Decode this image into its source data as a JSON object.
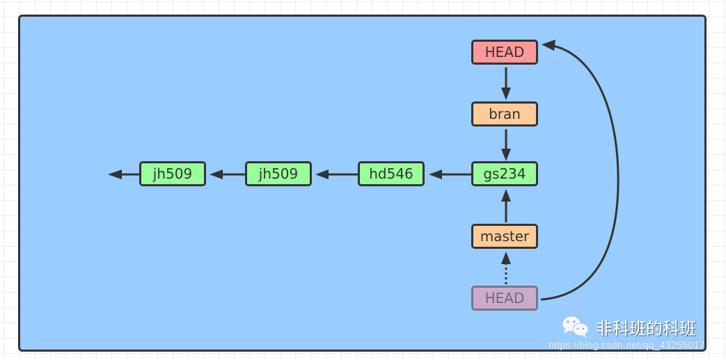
{
  "diagram": {
    "title": "Git HEAD / branch pointer diagram",
    "colors": {
      "canvas": "#99ccff",
      "commit": "#99ff99",
      "branch": "#ffcc99",
      "head": "#ff9999",
      "head_previous": "#ccaacc",
      "stroke": "#333333"
    },
    "nodes": {
      "head_current": {
        "label": "HEAD",
        "kind": "head"
      },
      "bran": {
        "label": "bran",
        "kind": "branch"
      },
      "gs234": {
        "label": "gs234",
        "kind": "commit"
      },
      "hd546": {
        "label": "hd546",
        "kind": "commit"
      },
      "jh509_a": {
        "label": "jh509",
        "kind": "commit"
      },
      "jh509_b": {
        "label": "jh509",
        "kind": "commit"
      },
      "master": {
        "label": "master",
        "kind": "branch"
      },
      "head_previous": {
        "label": "HEAD",
        "kind": "head-previous"
      }
    },
    "edges": [
      {
        "from": "head_current",
        "to": "bran",
        "style": "solid"
      },
      {
        "from": "bran",
        "to": "gs234",
        "style": "solid"
      },
      {
        "from": "master",
        "to": "gs234",
        "style": "solid"
      },
      {
        "from": "head_previous",
        "to": "master",
        "style": "dotted"
      },
      {
        "from": "head_previous",
        "to": "head_current",
        "style": "curved"
      },
      {
        "from": "gs234",
        "to": "hd546",
        "style": "solid"
      },
      {
        "from": "hd546",
        "to": "jh509_b",
        "style": "solid"
      },
      {
        "from": "jh509_b",
        "to": "jh509_a",
        "style": "solid"
      },
      {
        "from": "jh509_a",
        "to": "earlier",
        "style": "solid"
      }
    ]
  },
  "watermark": {
    "icon": "wechat-icon",
    "title": "非科班的科班",
    "url": "https://blog.csdn.net/qq_43255017"
  }
}
